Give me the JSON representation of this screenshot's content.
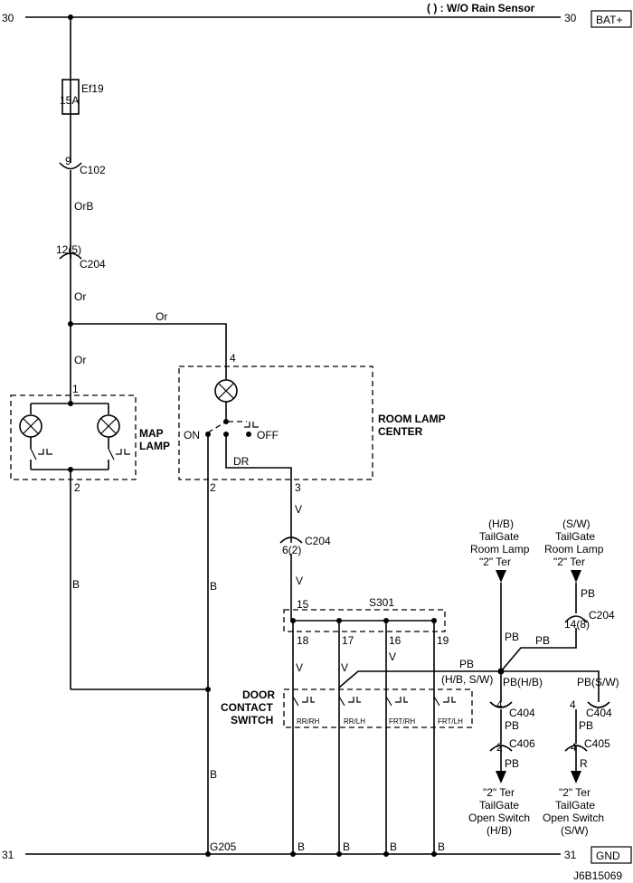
{
  "header": {
    "note": "( ) : W/O Rain Sensor",
    "bat_left": "30",
    "bat_right": "30",
    "bat_label": "BAT+",
    "gnd_left": "31",
    "gnd_right": "31",
    "gnd_label": "GND",
    "code": "J6B15069"
  },
  "fuse": {
    "name": "Ef19",
    "rating": "15A"
  },
  "connectors": {
    "c102_pin": "9",
    "c102": "C102",
    "c204_pin_top": "12(5)",
    "c204_top": "C204",
    "c204_pin_mid": "6(2)",
    "c204_mid": "C204",
    "c204_pin_right": "14(8)",
    "c204_right": "C204",
    "c404_pin_a": "4",
    "c404_a": "C404",
    "c404_pin_b": "4",
    "c404_b": "C404",
    "c406_pin": "2",
    "c406": "C406",
    "c405_pin": "4",
    "c405": "C405"
  },
  "wires": {
    "orb": "OrB",
    "or1": "Or",
    "or2": "Or",
    "or3": "Or",
    "dr": "DR",
    "v1": "V",
    "v2": "V",
    "v3": "V",
    "v4": "V",
    "v5": "V",
    "b_map": "B",
    "b_room": "B",
    "b_lower": "B",
    "b_g1": "B",
    "b_g2": "B",
    "b_g3": "B",
    "b_g4": "B",
    "pb_hb_top": "PB",
    "pb_sw_top": "PB",
    "pb_joint": "PB",
    "pb_bus": "PB",
    "hb_sw": "(H/B, S/W)",
    "pb_hb": "PB(H/B)",
    "pb_sw": "PB(S/W)",
    "pb_a": "PB",
    "pb_b": "PB",
    "pb_c": "PB",
    "r": "R"
  },
  "pins": {
    "map_1": "1",
    "map_2": "2",
    "room_4": "4",
    "room_2": "2",
    "room_3": "3",
    "s301_15": "15",
    "s301_18": "18",
    "s301_17": "17",
    "s301_16": "16",
    "s301_19": "19"
  },
  "components": {
    "map_lamp": [
      "MAP",
      "LAMP"
    ],
    "room_lamp": [
      "ROOM LAMP",
      "CENTER"
    ],
    "on": "ON",
    "off": "OFF",
    "splice": "S301",
    "door_switch": [
      "DOOR",
      "CONTACT",
      "SWITCH"
    ],
    "sw_rr_rh": "RR/RH",
    "sw_rr_lh": "RR/LH",
    "sw_frt_rh": "FRT/RH",
    "sw_frt_lh": "FRT/LH",
    "ground": "G205"
  },
  "tailgate": {
    "hb_top": [
      "(H/B)",
      "TailGate",
      "Room Lamp",
      "\"2\" Ter"
    ],
    "sw_top": [
      "(S/W)",
      "TailGate",
      "Room Lamp",
      "\"2\" Ter"
    ],
    "hb_bottom": [
      "\"2\" Ter",
      "TailGate",
      "Open Switch",
      "(H/B)"
    ],
    "sw_bottom": [
      "\"2\" Ter",
      "TailGate",
      "Open Switch",
      "(S/W)"
    ]
  }
}
